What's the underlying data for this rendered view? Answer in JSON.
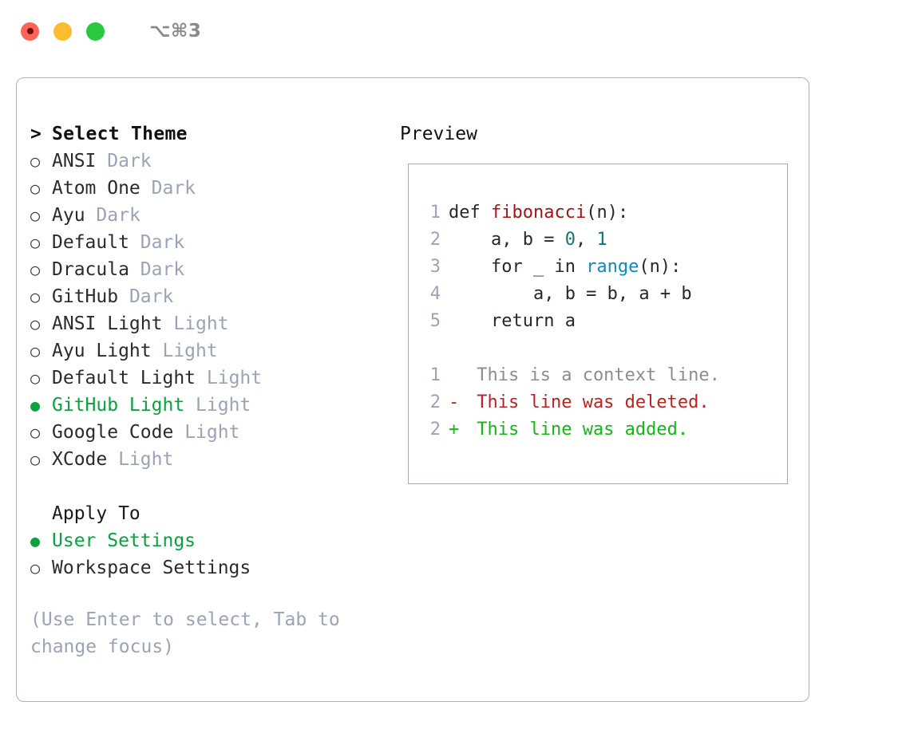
{
  "titlebar": {
    "shortcut": "⌥⌘3",
    "lights": [
      "close",
      "minimize",
      "maximize"
    ]
  },
  "left_panel": {
    "header": {
      "caret": ">",
      "label": "Select Theme"
    },
    "themes": [
      {
        "marker": "○",
        "name": "ANSI",
        "variant": "Dark",
        "selected": false
      },
      {
        "marker": "○",
        "name": "Atom One",
        "variant": "Dark",
        "selected": false
      },
      {
        "marker": "○",
        "name": "Ayu",
        "variant": "Dark",
        "selected": false
      },
      {
        "marker": "○",
        "name": "Default",
        "variant": "Dark",
        "selected": false
      },
      {
        "marker": "○",
        "name": "Dracula",
        "variant": "Dark",
        "selected": false
      },
      {
        "marker": "○",
        "name": "GitHub",
        "variant": "Dark",
        "selected": false
      },
      {
        "marker": "○",
        "name": "ANSI Light",
        "variant": "Light",
        "selected": false
      },
      {
        "marker": "○",
        "name": "Ayu Light",
        "variant": "Light",
        "selected": false
      },
      {
        "marker": "○",
        "name": "Default Light",
        "variant": "Light",
        "selected": false
      },
      {
        "marker": "●",
        "name": "GitHub Light",
        "variant": "Light",
        "selected": true
      },
      {
        "marker": "○",
        "name": "Google Code",
        "variant": "Light",
        "selected": false
      },
      {
        "marker": "○",
        "name": "XCode",
        "variant": "Light",
        "selected": false
      }
    ],
    "apply_to": {
      "header": "Apply To",
      "options": [
        {
          "marker": "●",
          "label": "User Settings",
          "selected": true
        },
        {
          "marker": "○",
          "label": "Workspace Settings",
          "selected": false
        }
      ]
    },
    "hint": "(Use Enter to select, Tab to change focus)"
  },
  "right_panel": {
    "title": "Preview",
    "code_lines": [
      {
        "number": "1",
        "tokens": [
          {
            "text": "def ",
            "type": "plain"
          },
          {
            "text": "fibonacci",
            "type": "fn"
          },
          {
            "text": "(n):",
            "type": "plain"
          }
        ]
      },
      {
        "number": "2",
        "tokens": [
          {
            "text": "    a, b = ",
            "type": "plain"
          },
          {
            "text": "0",
            "type": "num"
          },
          {
            "text": ", ",
            "type": "plain"
          },
          {
            "text": "1",
            "type": "num"
          }
        ]
      },
      {
        "number": "3",
        "tokens": [
          {
            "text": "    for _ in ",
            "type": "plain"
          },
          {
            "text": "range",
            "type": "kwfn"
          },
          {
            "text": "(n):",
            "type": "plain"
          }
        ]
      },
      {
        "number": "4",
        "tokens": [
          {
            "text": "        a, b = b, a + b",
            "type": "plain"
          }
        ]
      },
      {
        "number": "5",
        "tokens": [
          {
            "text": "    return a",
            "type": "plain"
          }
        ]
      }
    ],
    "diff_lines": [
      {
        "number": "1",
        "sign": " ",
        "text": " This is a context line.",
        "kind": "context"
      },
      {
        "number": "2",
        "sign": "-",
        "text": " This line was deleted.",
        "kind": "deleted"
      },
      {
        "number": "2",
        "sign": "+",
        "text": " This line was added.",
        "kind": "added"
      }
    ]
  },
  "colors": {
    "accent_green": "#08a33d",
    "muted": "#9aa4b4",
    "border": "#a9b3c1",
    "code_function": "#a31515",
    "code_number": "#0b7a75",
    "code_builtin": "#0e8bbf",
    "diff_deleted": "#bf2020",
    "diff_added": "#14b814",
    "light_red": "#ff6259",
    "light_yellow": "#fdbc2f",
    "light_green": "#28c93f"
  }
}
